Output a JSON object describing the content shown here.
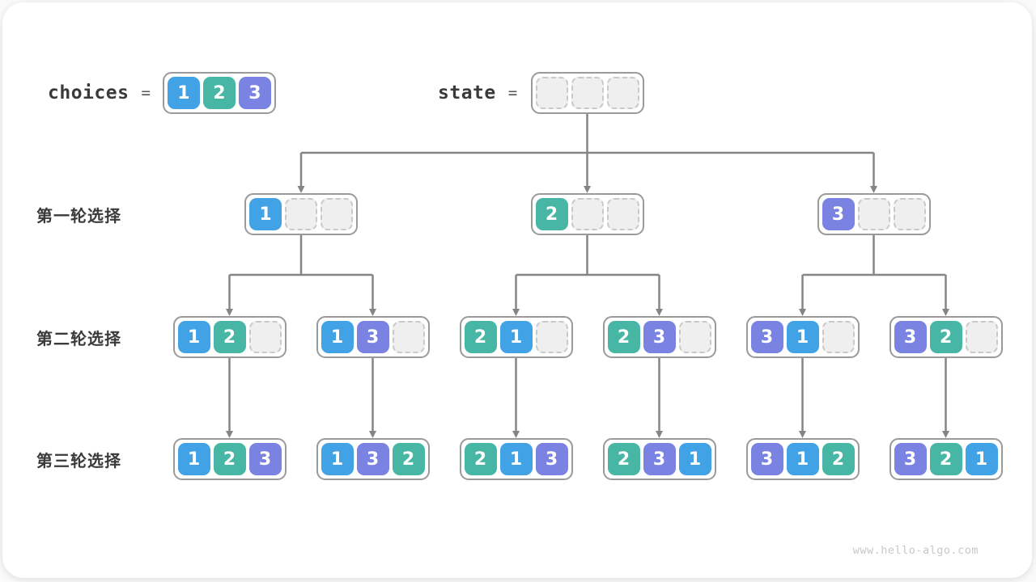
{
  "meta": {
    "watermark": "www.hello-algo.com"
  },
  "colors": {
    "1": "#42A2E6",
    "2": "#47B6A4",
    "3": "#7A82E2",
    "empty_fill": "#efefef",
    "empty_border": "#c9c9c9",
    "node_border": "#9a9a9a",
    "arrow": "#858585",
    "text": "#3a3a3a"
  },
  "header": {
    "choices_label": "choices",
    "equals": "=",
    "choices_cells": [
      1,
      2,
      3
    ],
    "state_label": "state",
    "state_cells": [
      null,
      null,
      null
    ]
  },
  "rows": [
    {
      "label": "第一轮选择",
      "nodes": [
        [
          1,
          null,
          null
        ],
        [
          2,
          null,
          null
        ],
        [
          3,
          null,
          null
        ]
      ]
    },
    {
      "label": "第二轮选择",
      "nodes": [
        [
          1,
          2,
          null
        ],
        [
          1,
          3,
          null
        ],
        [
          2,
          1,
          null
        ],
        [
          2,
          3,
          null
        ],
        [
          3,
          1,
          null
        ],
        [
          3,
          2,
          null
        ]
      ]
    },
    {
      "label": "第三轮选择",
      "nodes": [
        [
          1,
          2,
          3
        ],
        [
          1,
          3,
          2
        ],
        [
          2,
          1,
          3
        ],
        [
          2,
          3,
          1
        ],
        [
          3,
          1,
          2
        ],
        [
          3,
          2,
          1
        ]
      ]
    }
  ]
}
